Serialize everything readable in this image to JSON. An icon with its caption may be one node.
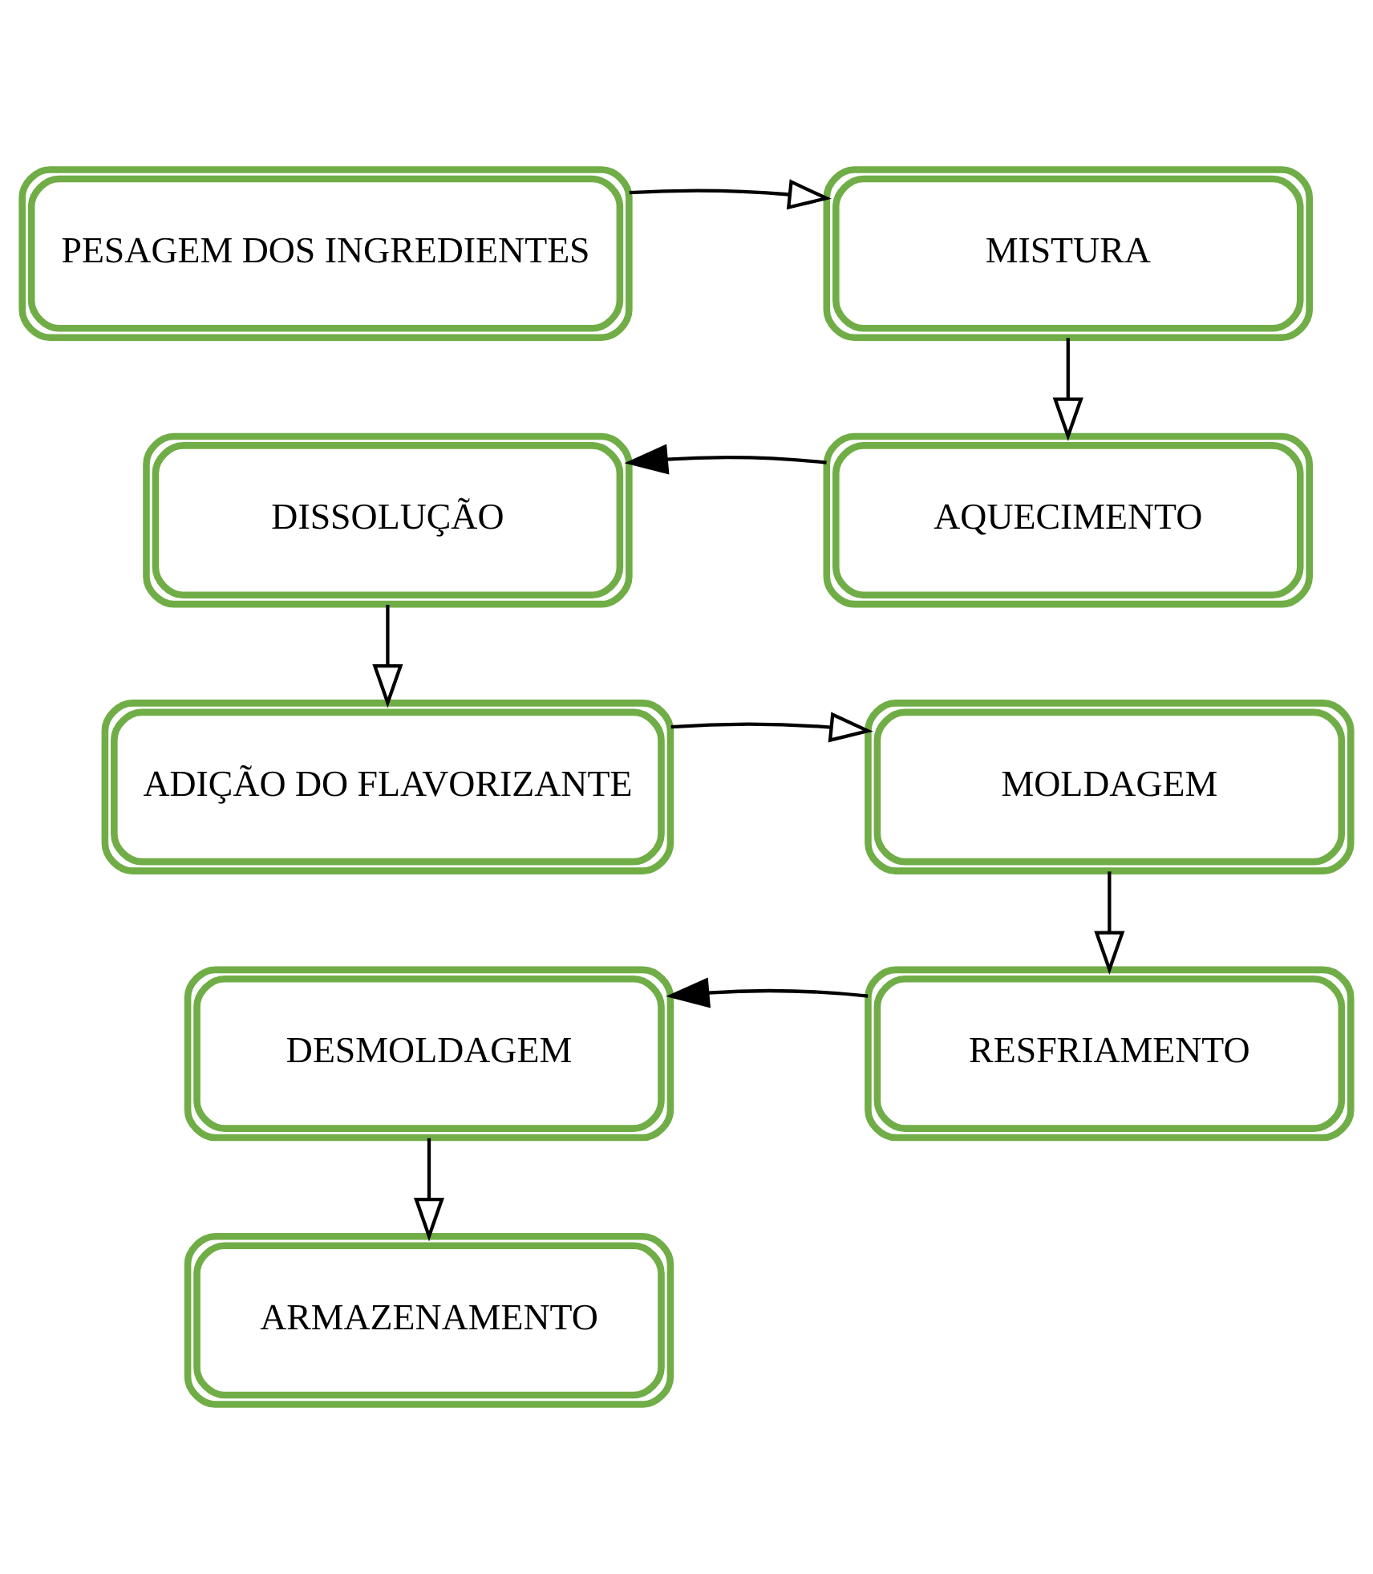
{
  "diagram": {
    "nodes": [
      {
        "text": [
          "PESAGEM DOS INGREDIENTES"
        ]
      },
      {
        "text": [
          "MISTURA"
        ]
      },
      {
        "text": [
          "AQUECIMENTO"
        ]
      },
      {
        "text": [
          "DISSOLUÇÃO"
        ]
      },
      {
        "text": [
          "ADIÇÃO DO FLAVORIZANTE"
        ]
      },
      {
        "text": [
          "MOLDAGEM"
        ]
      },
      {
        "text": [
          "RESFRIAMENTO"
        ]
      },
      {
        "text": [
          "DESMOLDAGEM"
        ]
      },
      {
        "text": [
          "ARMAZENAMENTO"
        ]
      }
    ],
    "edges": [
      {
        "from": 0,
        "to": 1,
        "arrow": "to"
      },
      {
        "from": 1,
        "to": 2,
        "arrow": "to"
      },
      {
        "from": 2,
        "to": 3,
        "arrow": "to"
      },
      {
        "from": 3,
        "to": 4,
        "arrow": "to"
      },
      {
        "from": 4,
        "to": 5,
        "arrow": "to"
      },
      {
        "from": 5,
        "to": 6,
        "arrow": "to"
      },
      {
        "from": 6,
        "to": 7,
        "arrow": "to"
      },
      {
        "from": 7,
        "to": 8,
        "arrow": "to"
      }
    ]
  }
}
